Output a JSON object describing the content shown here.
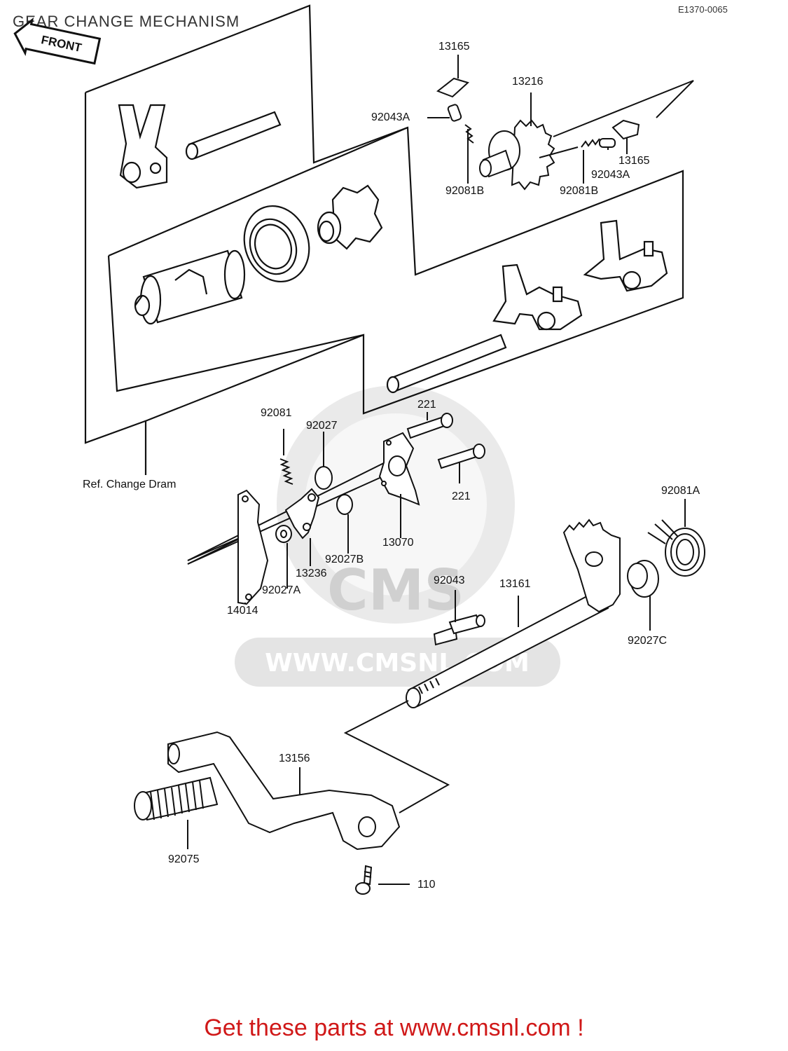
{
  "header": {
    "title": "GEAR CHANGE MECHANISM",
    "code": "E1370-0065"
  },
  "front_label": "FRONT",
  "ref_label": "Ref.  Change Dram",
  "watermark": {
    "logo": "CMS",
    "url": "WWW.CMSNL.COM"
  },
  "parts": [
    "13165",
    "13216",
    "92043A",
    "92081B",
    "13165",
    "92043A",
    "92081B",
    "92081",
    "92027",
    "221",
    "221",
    "13070",
    "92027B",
    "13236",
    "92027A",
    "14014",
    "92081A",
    "92043",
    "13161",
    "92027C",
    "13156",
    "92075",
    "110"
  ],
  "promo": "Get these parts at www.cmsnl.com !",
  "colors": {
    "promo": "#d01818",
    "line": "#111111",
    "watermark": "#d9d9d9"
  }
}
